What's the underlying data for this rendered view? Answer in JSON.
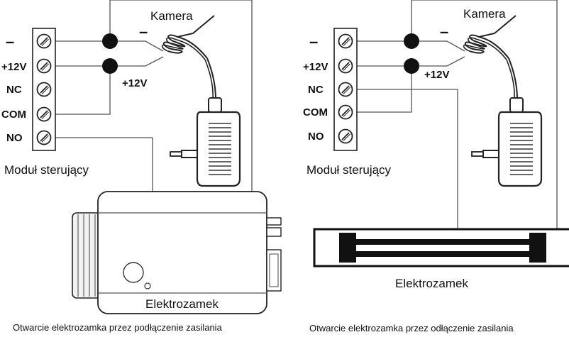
{
  "left": {
    "terminals": [
      "–",
      "+12V",
      "NC",
      "COM",
      "NO"
    ],
    "camera_label": "Kamera",
    "camera_minus": "–",
    "camera_plus": "+12V",
    "module_label": "Moduł sterujący",
    "lock_label": "Elektrozamek",
    "caption": "Otwarcie elektrozamka przez podłączenie zasilania"
  },
  "right": {
    "terminals": [
      "–",
      "+12V",
      "NC",
      "COM",
      "NO"
    ],
    "camera_label": "Kamera",
    "camera_minus": "–",
    "camera_plus": "+12V",
    "module_label": "Moduł sterujący",
    "lock_label": "Elektrozamek",
    "caption": "Otwarcie elektrozamka przez odłączenie zasilania"
  }
}
